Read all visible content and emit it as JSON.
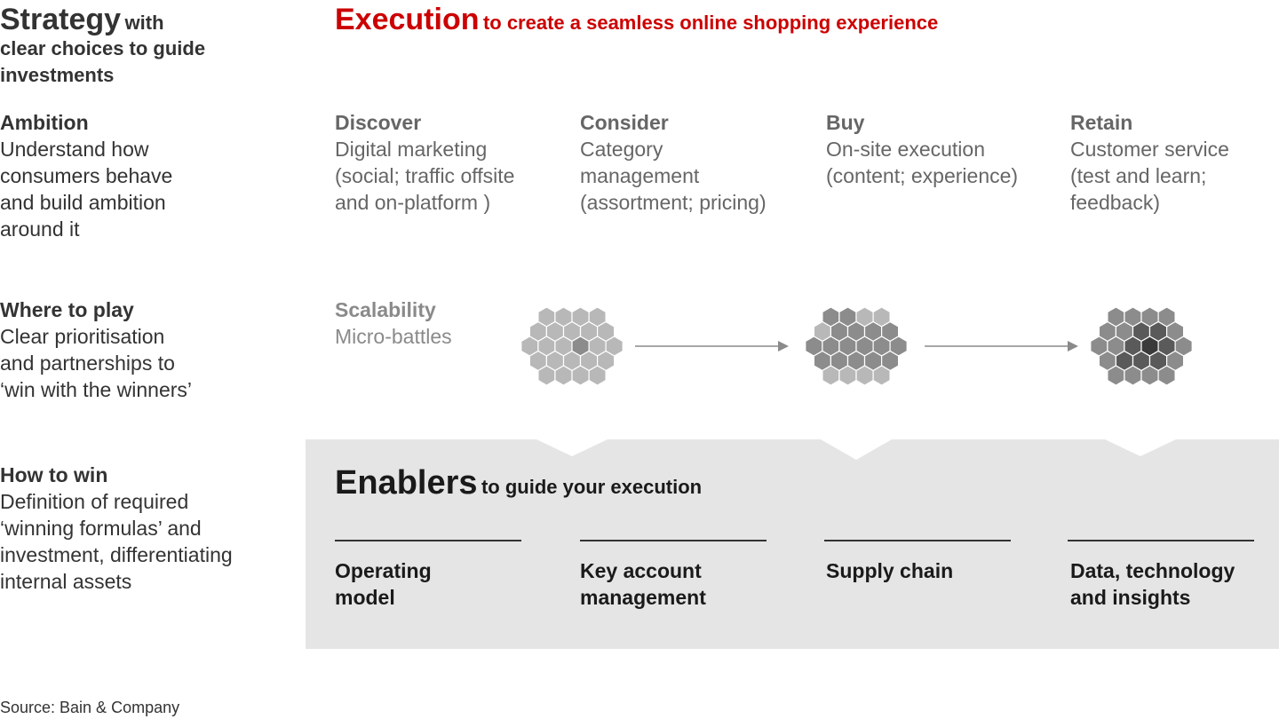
{
  "strategy": {
    "title": "Strategy",
    "title_suffix": "with",
    "subtitle_lines": [
      "clear choices to guide",
      "investments"
    ]
  },
  "execution": {
    "title": "Execution",
    "subtitle": "to create a seamless online shopping experience"
  },
  "rows": {
    "ambition": {
      "heading": "Ambition",
      "lines": [
        "Understand how",
        "consumers behave",
        "and build ambition",
        "around it"
      ]
    },
    "where_to_play": {
      "heading": "Where to play",
      "lines": [
        "Clear prioritisation",
        "and partnerships to",
        "‘win with the winners’"
      ]
    },
    "how_to_win": {
      "heading": "How to win",
      "lines": [
        "Definition of required",
        "‘winning formulas’ and",
        "investment, differentiating",
        "internal assets"
      ]
    }
  },
  "stages": [
    {
      "heading": "Discover",
      "lines": [
        "Digital marketing",
        "(social; traffic offsite",
        "and on-platform )"
      ]
    },
    {
      "heading": "Consider",
      "lines": [
        "Category",
        "management",
        "(assortment; pricing)"
      ]
    },
    {
      "heading": "Buy",
      "lines": [
        "On-site execution",
        "(content; experience)"
      ]
    },
    {
      "heading": "Retain",
      "lines": [
        "Customer service",
        "(test and learn;",
        "feedback)"
      ]
    }
  ],
  "scalability": {
    "heading": "Scalability",
    "text": "Micro-battles"
  },
  "enablers": {
    "title": "Enablers",
    "subtitle": "to guide your execution",
    "items": [
      {
        "lines": [
          "Operating",
          "model"
        ]
      },
      {
        "lines": [
          "Key account",
          "management"
        ]
      },
      {
        "lines": [
          "Supply chain"
        ]
      },
      {
        "lines": [
          "Data, technology",
          "and insights"
        ]
      }
    ]
  },
  "colors": {
    "accent_red": "#cc0000",
    "panel_gray": "#e5e5e5",
    "hex_light": "#b8b8b8",
    "hex_mid": "#8c8c8c",
    "hex_dark": "#5a5a5a",
    "hex_darkest": "#3a3a3a"
  },
  "source": "Source: Bain & Company"
}
